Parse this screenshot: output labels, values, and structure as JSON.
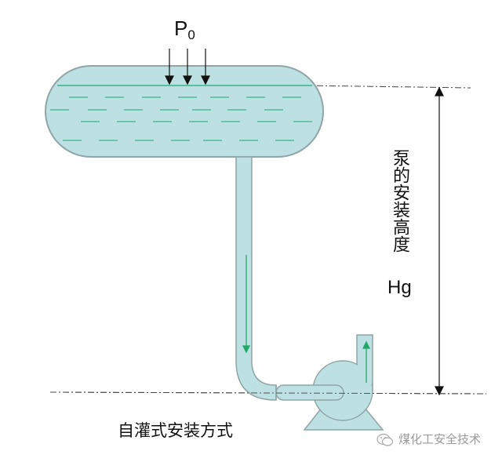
{
  "diagram": {
    "title": "自灌式安装方式",
    "pressure_label": "P",
    "pressure_subscript": "0",
    "height_label": "泵的安装高度",
    "height_symbol": "Hg",
    "watermark": "煤化工安全技术",
    "colors": {
      "liquid_fill": "#bde0e2",
      "outline": "#8fa5a7",
      "liquid_line": "#2bb07a",
      "flow_arrow": "#22a96a",
      "dimension_line": "#111111"
    },
    "components": [
      "storage-tank",
      "suction-pipe",
      "centrifugal-pump",
      "discharge-pipe",
      "pump-base"
    ],
    "flow_direction": [
      "down-suction-pipe",
      "up-discharge-pipe"
    ]
  }
}
